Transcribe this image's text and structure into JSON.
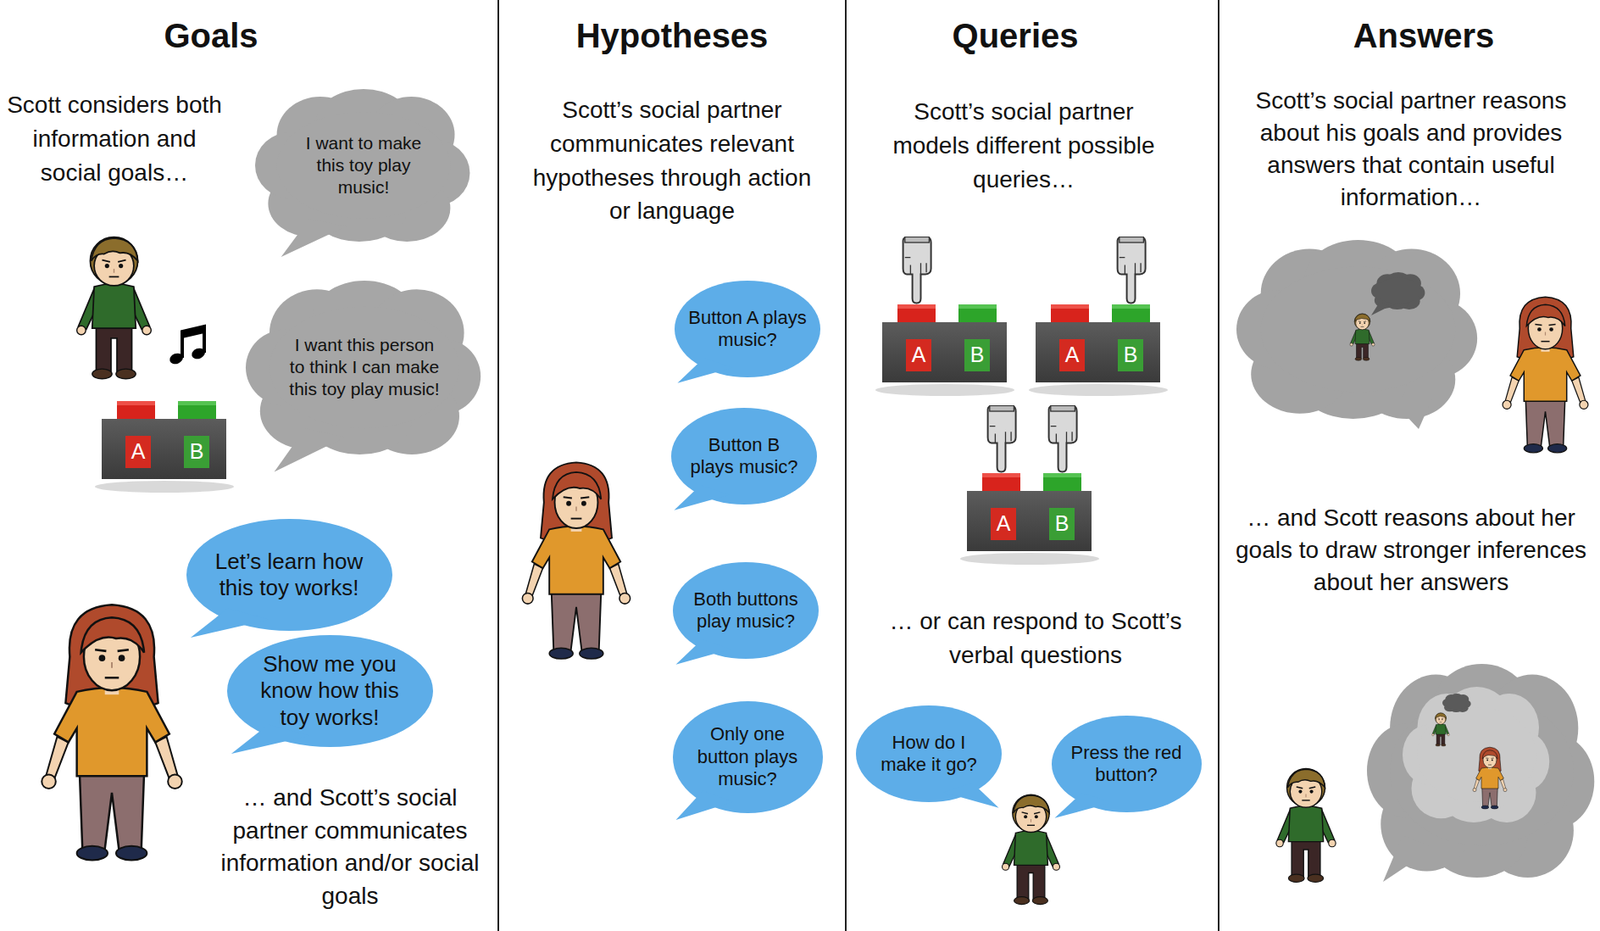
{
  "diagram": {
    "nodes": [
      {
        "text": [
          "I want to make this toy play music!"
        ]
      },
      {
        "text": [
          "I want this person to think I can make this toy play music!"
        ]
      },
      {
        "text": [
          "A"
        ]
      },
      {
        "text": [
          "B"
        ]
      },
      {
        "text": [
          "Let’s learn how this toy works!"
        ]
      },
      {
        "text": [
          "Show me you know how this toy works!"
        ]
      },
      {
        "text": [
          "Button A plays music?"
        ]
      },
      {
        "text": [
          "Button B plays music?"
        ]
      },
      {
        "text": [
          "Both buttons play music?"
        ]
      },
      {
        "text": [
          "Only one button plays music?"
        ]
      },
      {
        "text": [
          "A"
        ]
      },
      {
        "text": [
          "B"
        ]
      },
      {
        "text": [
          "A"
        ]
      },
      {
        "text": [
          "B"
        ]
      },
      {
        "text": [
          "A"
        ]
      },
      {
        "text": [
          "B"
        ]
      },
      {
        "text": [
          "How do I make it go?"
        ]
      },
      {
        "text": [
          "Press the red button?"
        ]
      }
    ],
    "labels": [
      "Goals",
      "Scott considers both information and social goals…",
      "… and Scott’s social partner communicates information and/or social goals",
      "Hypotheses",
      "Scott’s social partner communicates relevant hypotheses through action or language",
      "Queries",
      "Scott’s social partner models different possible queries…",
      "… or can respond to Scott’s verbal questions",
      "Answers",
      "Scott’s social partner reasons about his goals and provides answers that contain useful information…",
      "… and Scott reasons about her goals to draw stronger inferences about her answers"
    ]
  }
}
